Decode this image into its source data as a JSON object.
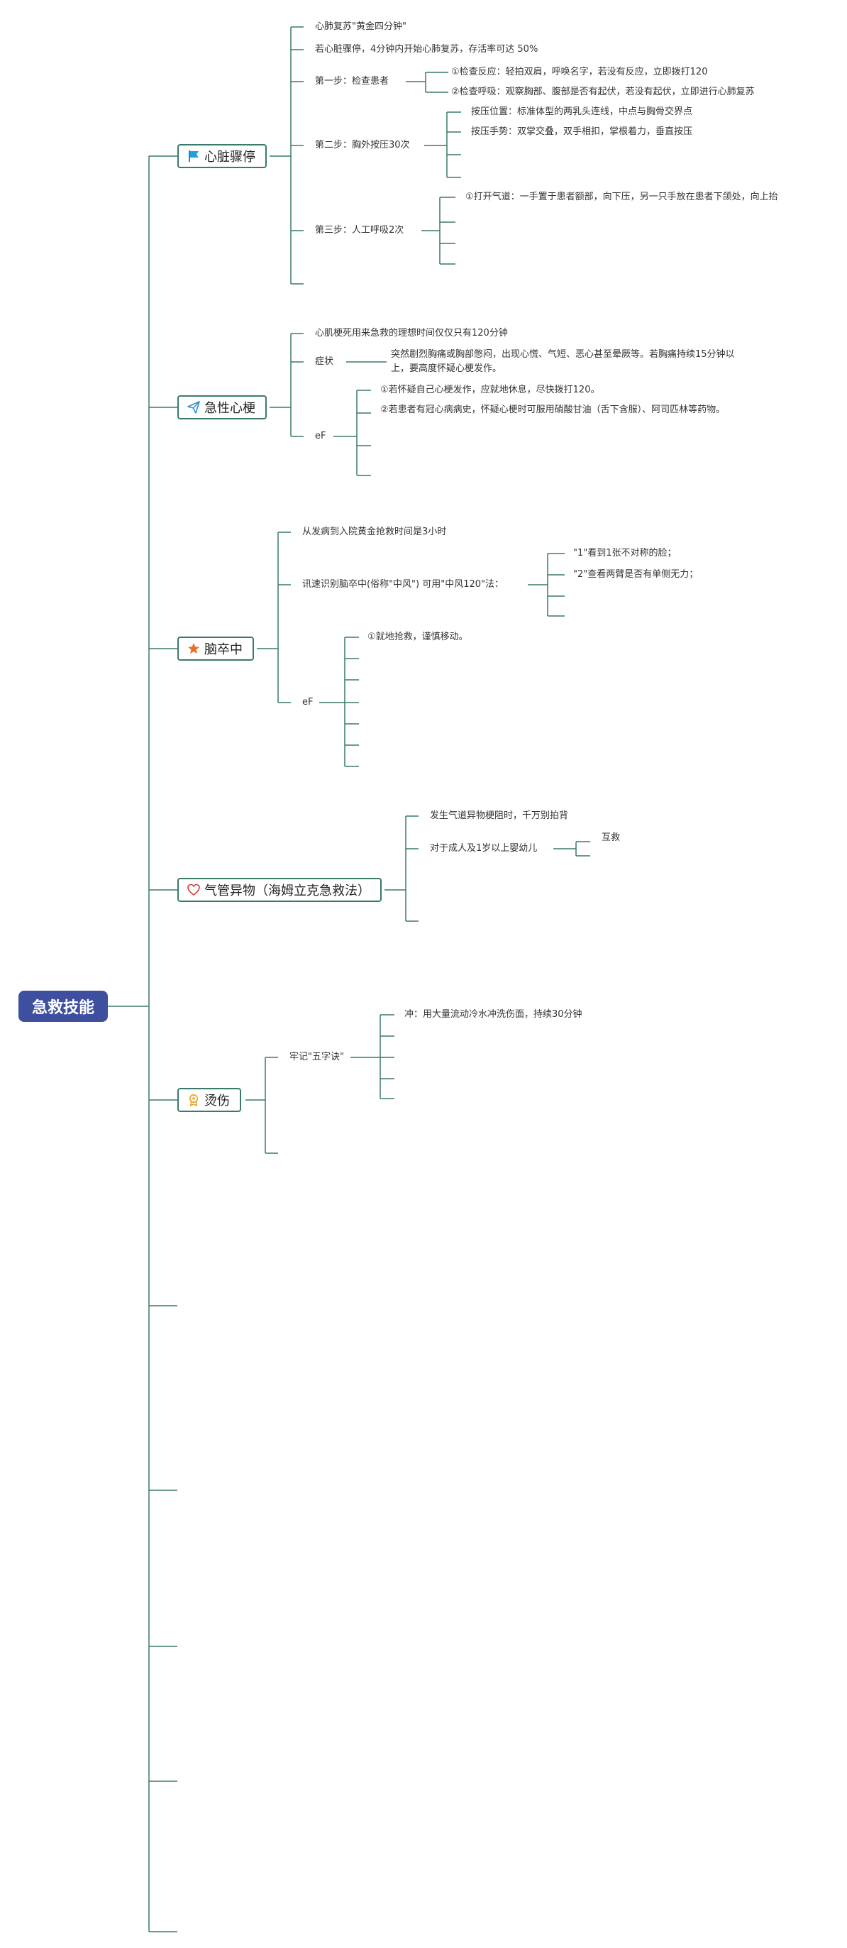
{
  "root": "急救技能",
  "colors": {
    "line": "#3a7a6a",
    "root_bg": "#3d4f9e"
  },
  "topics": {
    "cardiac": {
      "title": "心脏骤停",
      "icon": "flag-icon",
      "items": {
        "golden": "心肺复苏\"黄金四分钟\"",
        "survival": "若心脏骤停，4分钟内开始心肺复苏，存活率可达 50%",
        "step1": "第一步：检查患者",
        "step1_a": "①检查反应：轻拍双肩，呼唤名字，若没有反应，立即拨打120",
        "step1_b": "②检查呼吸：观察胸部、腹部是否有起伏，若没有起伏，立即进行心肺复苏",
        "step2": "第二步：胸外按压30次",
        "step2_a": "按压位置：标准体型的两乳头连线，中点与胸骨交界点",
        "step2_b": "按压手势：双掌交叠，双手相扣，掌根着力，垂直按压",
        "step3": "第三步：人工呼吸2次",
        "step3_a": "①打开气道：一手置于患者额部，向下压，另一只手放在患者下颌处，向上抬"
      }
    },
    "mi": {
      "title": "急性心梗",
      "icon": "send-icon",
      "items": {
        "golden": "心肌梗死用来急救的理想时间仅仅只有120分钟",
        "symptom": "症状",
        "symptom_text": "突然剧烈胸痛或胸部憋闷，出现心慌、气短、恶心甚至晕厥等。若胸痛持续15分钟以上，要高度怀疑心梗发作。",
        "ef": "eF",
        "ef_a": "①若怀疑自己心梗发作，应就地休息，尽快拨打120。",
        "ef_b": "②若患者有冠心病病史，怀疑心梗时可服用硝酸甘油（舌下含服）、阿司匹林等药物。"
      }
    },
    "stroke": {
      "title": "脑卒中",
      "icon": "star-icon",
      "items": {
        "golden": "从发病到入院黄金抢救时间是3小时",
        "identify": "讯速识别脑卒中(俗称\"中风\") 可用\"中风120\"法：",
        "identify_a": "\"1\"看到1张不对称的脸；",
        "identify_b": "\"2\"查看两臂是否有单侧无力；",
        "ef": "eF",
        "ef_a": "①就地抢救，谨慎移动。"
      }
    },
    "airway": {
      "title": "气管异物（海姆立克急救法）",
      "icon": "heart-icon",
      "items": {
        "no_pat": "发生气道异物梗阻时，千万别拍背",
        "adult": "对于成人及1岁以上婴幼儿",
        "adult_a": "互救"
      }
    },
    "burn": {
      "title": "烫伤",
      "icon": "award-icon",
      "items": {
        "five": "牢记\"五字诀\"",
        "five_a": "冲：用大量流动冷水冲洗伤面，持续30分钟"
      }
    }
  }
}
